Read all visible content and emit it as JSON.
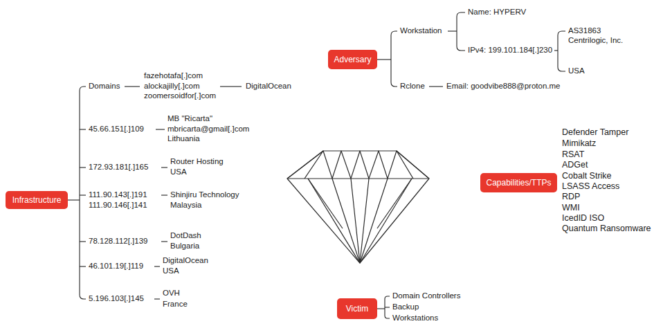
{
  "diagram": {
    "nodes": [
      {
        "text": [
          "Infrastructure"
        ]
      },
      {
        "text": [
          "Adversary"
        ]
      },
      {
        "text": [
          "Capabilities/TTPs"
        ]
      },
      {
        "text": [
          "Victim"
        ]
      }
    ],
    "labels": [
      "Workstation",
      "Name: HYPERV",
      "IPv4: 199.101.184[.]230",
      "AS31863",
      "Centrilogic, Inc.",
      "USA",
      "Rclone",
      "Email: goodvibe888@proton.me",
      "Domains",
      "fazehotafa[.]com",
      "alockajilly[.]com",
      "zoomersoidfor[.]com",
      "DigitalOcean",
      "45.66.151[.]109",
      "MB \"Ricarta\"",
      "mbricarta@gmail[.]com",
      "Lithuania",
      "172.93.181[.]165",
      "Router Hosting",
      "USA",
      "111.90.143[.]191",
      "111.90.146[.]141",
      "Shinjiru Technology",
      "Malaysia",
      "78.128.112[.]139",
      "DotDash",
      "Bulgaria",
      "46.101.19[.]119",
      "DigitalOcean",
      "USA",
      "5.196.103[.]145",
      "OVH",
      "France",
      "Defender Tamper",
      "Mimikatz",
      "RSAT",
      "ADGet",
      "Cobalt Strike",
      "LSASS Access",
      "RDP",
      "WMI",
      "IcedID ISO",
      "Quantum Ransomware",
      "Domain Controllers",
      "Backup",
      "Workstations"
    ]
  }
}
